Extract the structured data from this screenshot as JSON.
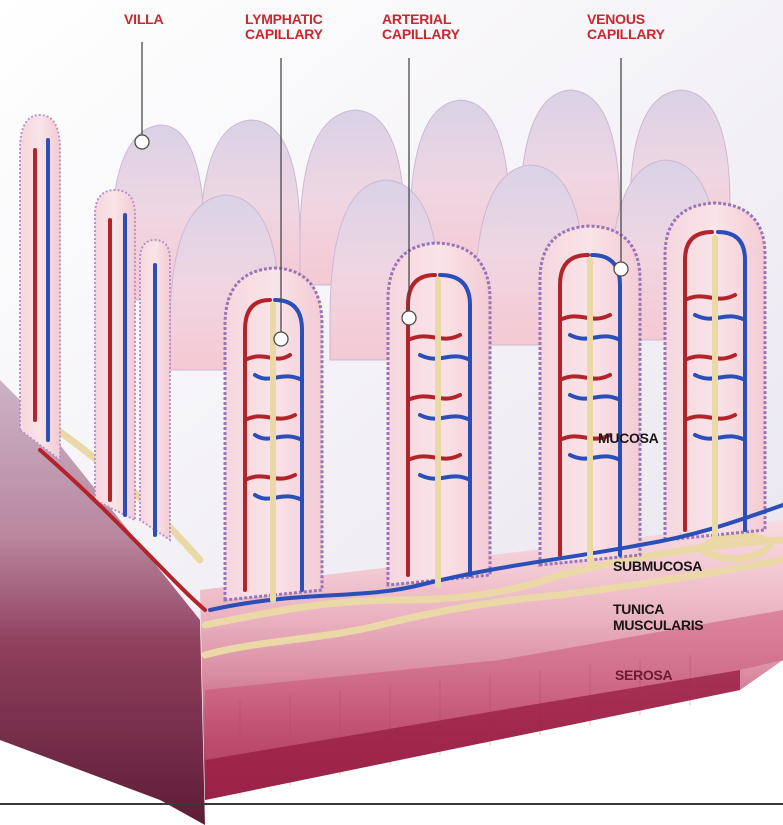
{
  "diagram": {
    "callouts": [
      {
        "id": "villa",
        "label": "VILLA"
      },
      {
        "id": "lymphatic",
        "label": "LYMPHATIC\nCAPILLARY"
      },
      {
        "id": "arterial",
        "label": "ARTERIAL\nCAPILLARY"
      },
      {
        "id": "venous",
        "label": "VENOUS\nCAPILLARY"
      }
    ],
    "layers": [
      {
        "id": "mucosa",
        "label": "MUCOSA"
      },
      {
        "id": "submucosa",
        "label": "SUBMUCOSA"
      },
      {
        "id": "tunica",
        "label": "TUNICA\nMUSCULARIS"
      },
      {
        "id": "serosa",
        "label": "SEROSA"
      }
    ]
  },
  "colors": {
    "label_red": "#c8282d",
    "artery": "#b3242a",
    "vein": "#2a4fb8",
    "lymph": "#ead9a6",
    "villus": "#f0c7d0",
    "serosa": "#a8244a"
  }
}
